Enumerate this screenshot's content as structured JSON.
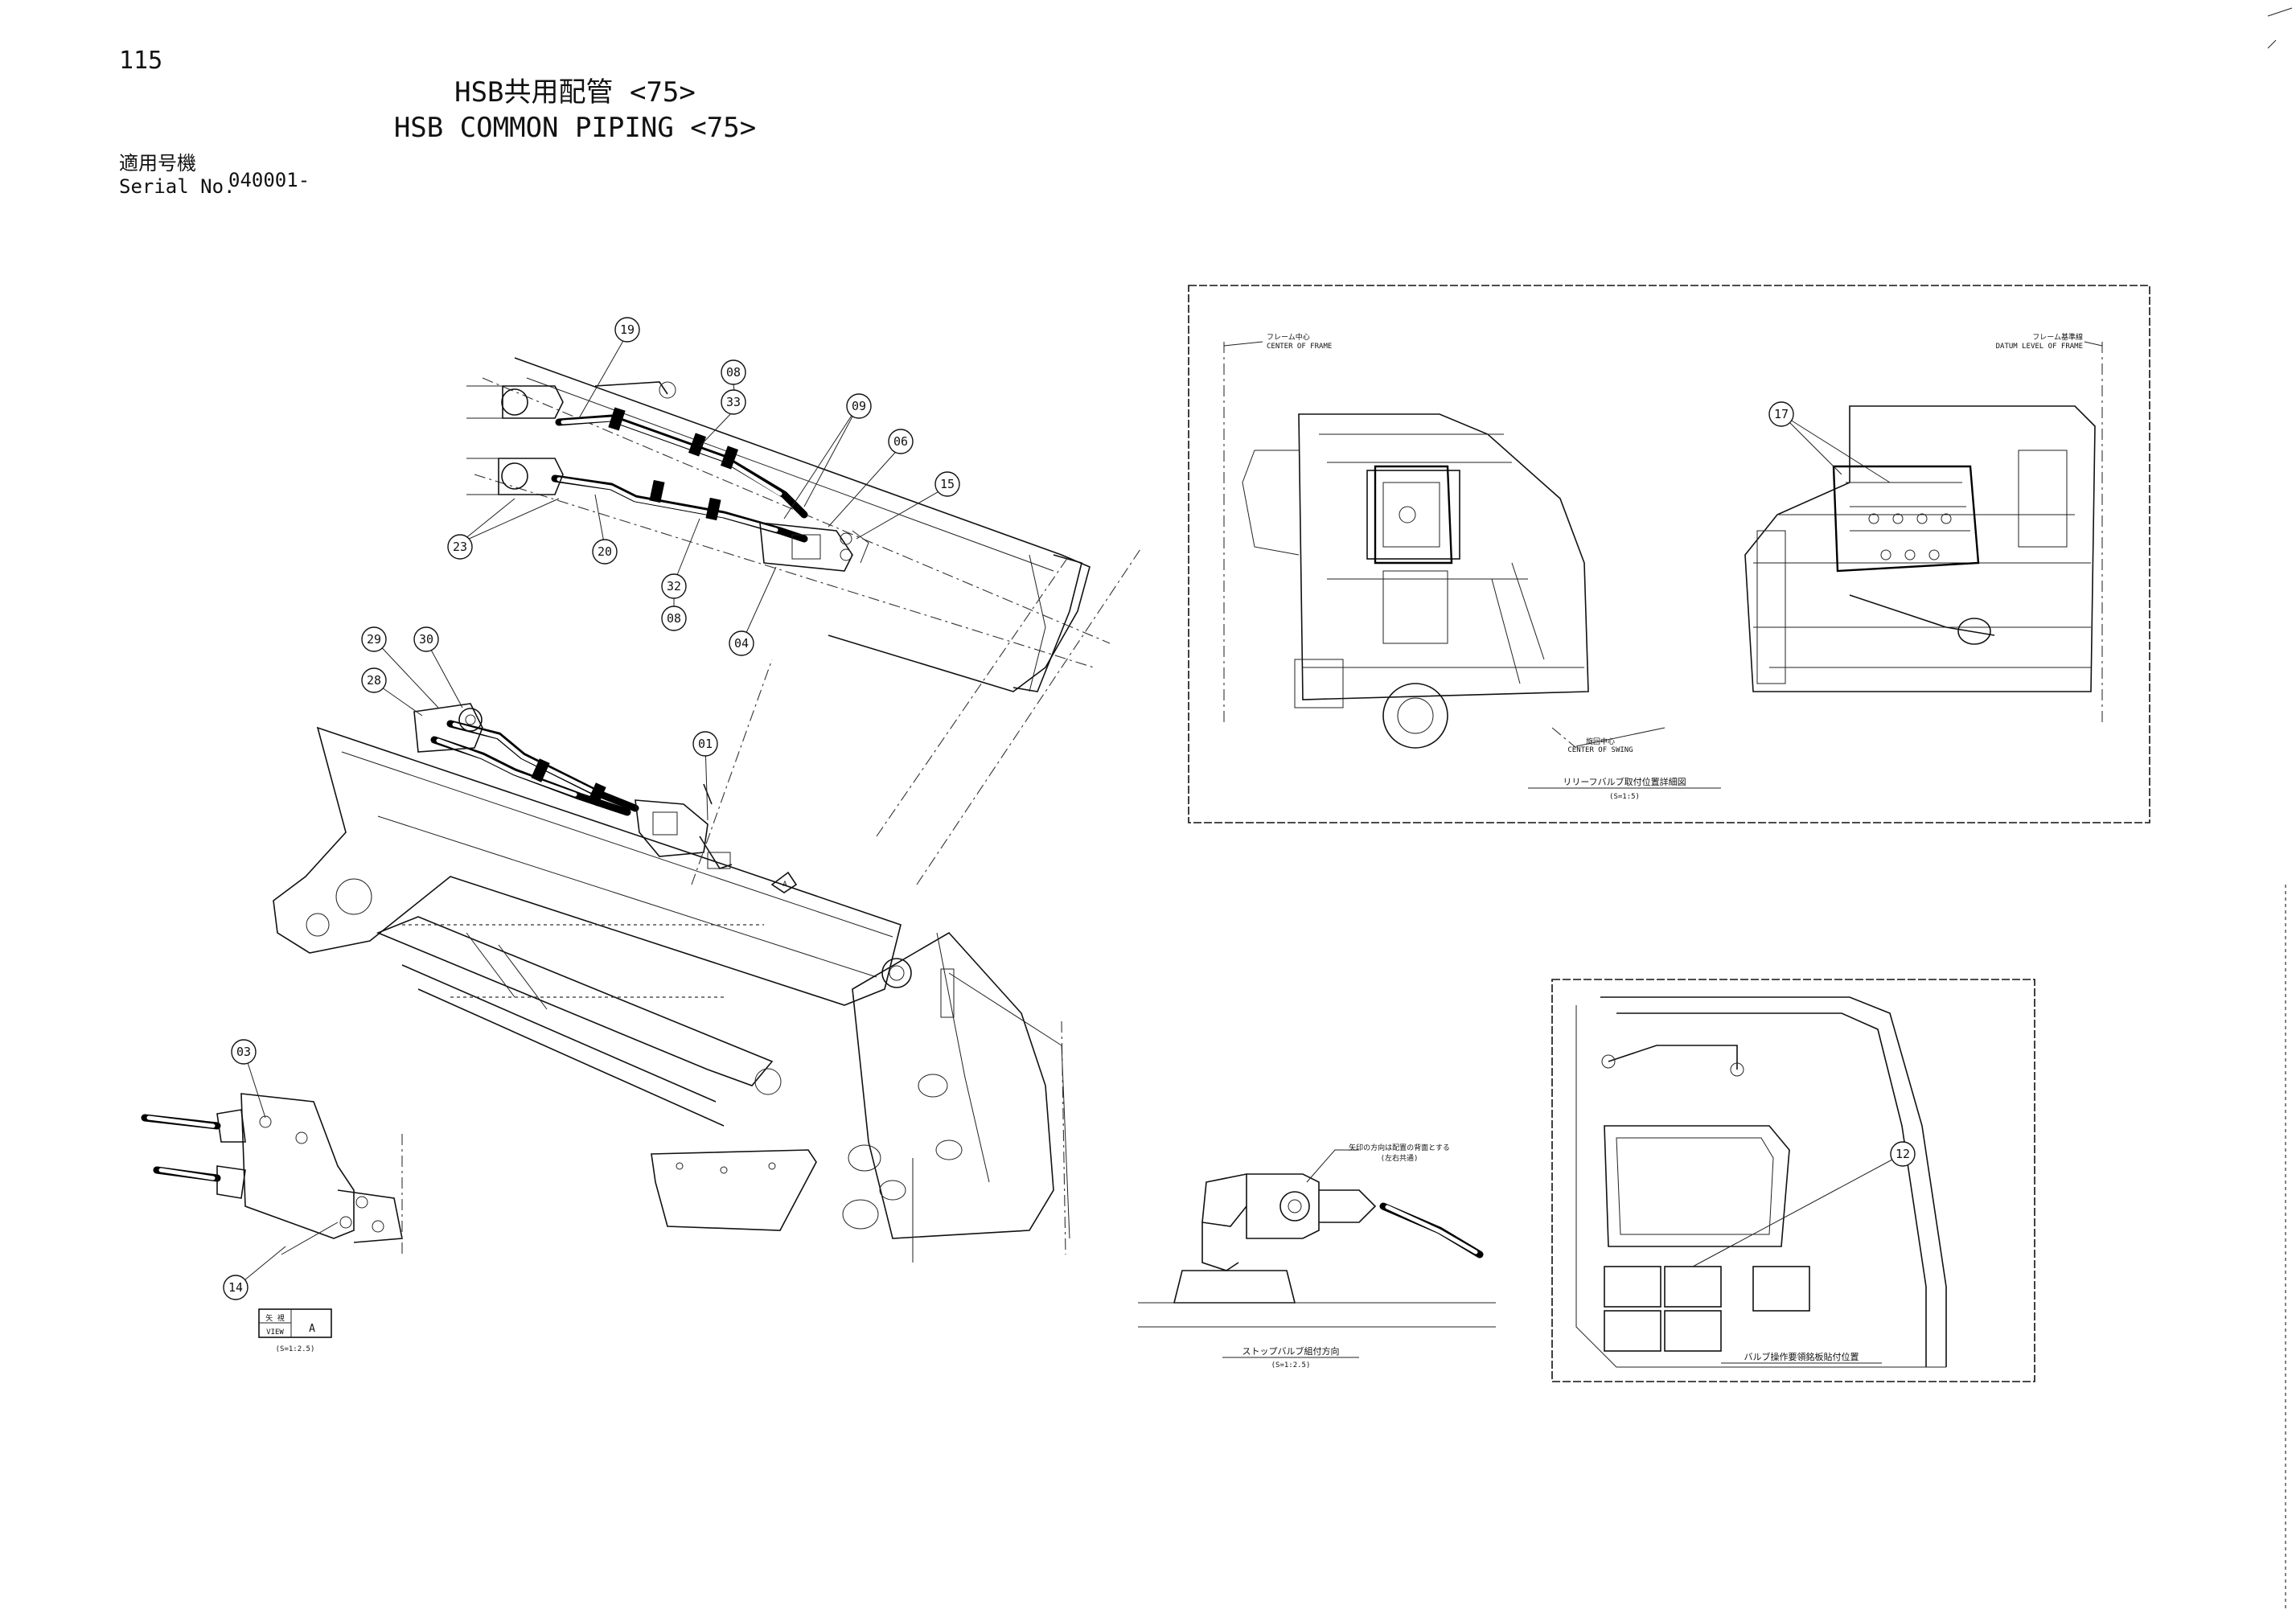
{
  "page": {
    "number": "115",
    "title_jp": "HSB共用配管 <75>",
    "title_en": "HSB COMMON PIPING <75>",
    "serial_label_jp": "適用号機",
    "serial_label_en": "Serial No.",
    "serial_value": "040001-"
  },
  "callouts": [
    "19",
    "08",
    "33",
    "09",
    "06",
    "15",
    "23",
    "20",
    "32",
    "08",
    "04",
    "29",
    "30",
    "28",
    "01",
    "03",
    "14",
    "17",
    "12"
  ],
  "view_a": {
    "arrow_label": "A",
    "box_label_jp": "矢 視",
    "box_label_en": "VIEW",
    "box_letter": "A",
    "scale": "(S=1:2.5)"
  },
  "detail_top": {
    "center_frame_jp": "フレーム中心",
    "center_frame_en": "CENTER OF FRAME",
    "datum_jp": "フレーム基準線",
    "datum_en": "DATUM LEVEL OF FRAME",
    "center_swing_jp": "旋回中心",
    "center_swing_en": "CENTER OF SWING",
    "caption": "リリーフバルブ取付位置詳細図",
    "scale": "(S=1:5)"
  },
  "detail_stop": {
    "note_jp": "矢印の方向は配置の背面とする",
    "note_sub": "(左右共通)",
    "caption": "ストップバルブ組付方向",
    "scale": "(S=1:2.5)"
  },
  "detail_panel": {
    "caption": "バルブ操作要領銘板貼付位置"
  }
}
